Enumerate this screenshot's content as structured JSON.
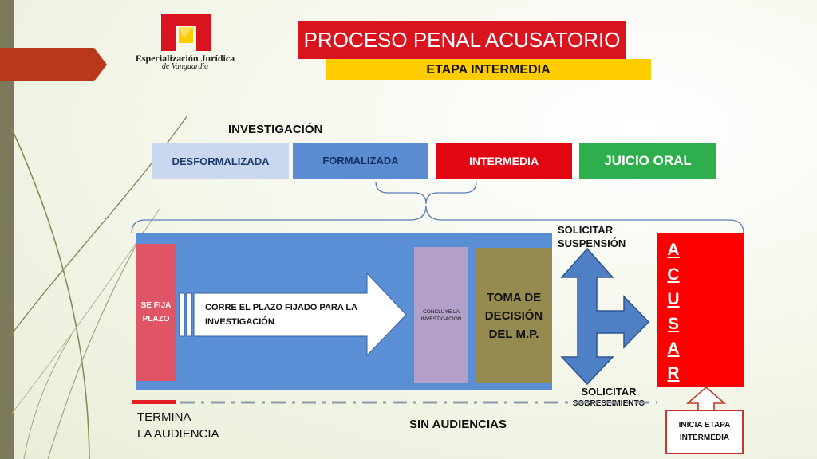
{
  "header": {
    "title": "PROCESO PENAL ACUSATORIO",
    "subtitle": "ETAPA INTERMEDIA"
  },
  "logo": {
    "line1": "Especialización Jurídica",
    "line2": "de Vanguardia"
  },
  "stages": {
    "group_label": "INVESTIGACIÓN",
    "items": [
      {
        "label": "DESFORMALIZADA",
        "color": "#c9d8ee"
      },
      {
        "label": "FORMALIZADA",
        "color": "#5b8bd1"
      },
      {
        "label": "INTERMEDIA",
        "color": "#e20613"
      },
      {
        "label": "JUICIO ORAL",
        "color": "#2eae4c"
      }
    ]
  },
  "flow": {
    "se_fija": "SE FIJA PLAZO",
    "plazo": "CORRE EL PLAZO FIJADO PARA LA INVESTIGACIÓN",
    "concluye": "CONCLUYE LA INVESTIGACIÓN",
    "toma": "TOMA DE DECISIÓN DEL M.P.",
    "solicitar_suspension": "SOLICITAR SUSPENSIÓN",
    "solicitar": "SOLICITAR",
    "sobreseimiento": "SOBRESEIMIENTO",
    "acusar_letters": [
      "A",
      "C",
      "U",
      "S",
      "A",
      "R"
    ],
    "inicia": "INICIA ETAPA INTERMEDIA"
  },
  "footer": {
    "termina_line1": "TERMINA",
    "termina_line2": "LA AUDIENCIA",
    "sin_audiencias": "SIN AUDIENCIAS"
  },
  "colors": {
    "title_red": "#d9141e",
    "subtitle_yellow": "#ffcc00",
    "panel_blue": "#5a8fd6",
    "acusar_red": "#ff0000"
  }
}
